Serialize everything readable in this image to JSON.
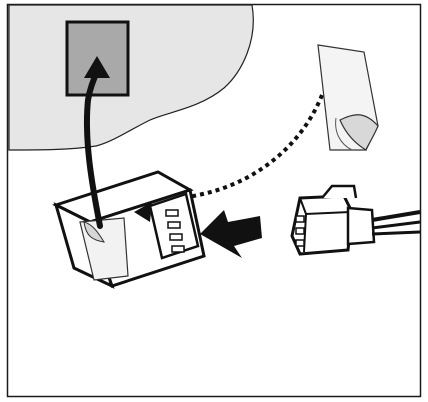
{
  "diagram": {
    "background": "#ffffff",
    "border_color": "#1a1a1a",
    "panel_color": "#e6e6e6",
    "label_color": "#a9a9a9",
    "label_face_color": "#f4f4f4",
    "connector_fill": "#ffffff",
    "ink_color": "#111111",
    "steps": [
      {
        "name": "label-applied-to-surface",
        "icon": "arrow-up-icon"
      },
      {
        "name": "peel-label-from-connector-housing",
        "icon": "peeled-label-icon"
      },
      {
        "name": "insert-cable-plug-into-socket",
        "icon": "push-arrow-icon"
      }
    ]
  }
}
